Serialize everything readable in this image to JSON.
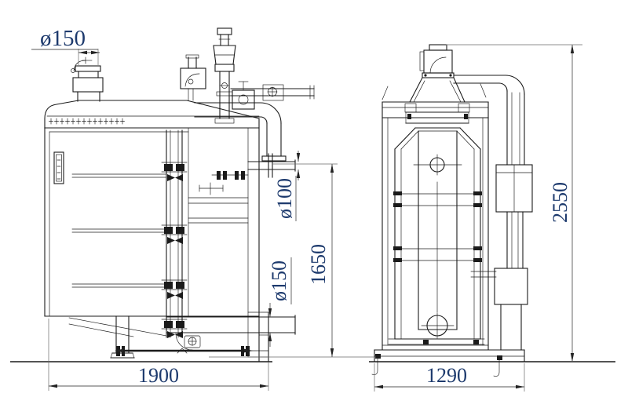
{
  "drawing": {
    "colors": {
      "background": "#ffffff",
      "line": "#1b1b1b",
      "dimension_line": "#5a5a5a",
      "dimension_text": "#1d3a6d"
    },
    "labels": {
      "dia150_top": "ø150",
      "dia100_outlet": "ø100",
      "height_1650": "1650",
      "dia150_drain": "ø150",
      "width_front": "1900",
      "width_side": "1290",
      "height_overall": "2550"
    }
  }
}
